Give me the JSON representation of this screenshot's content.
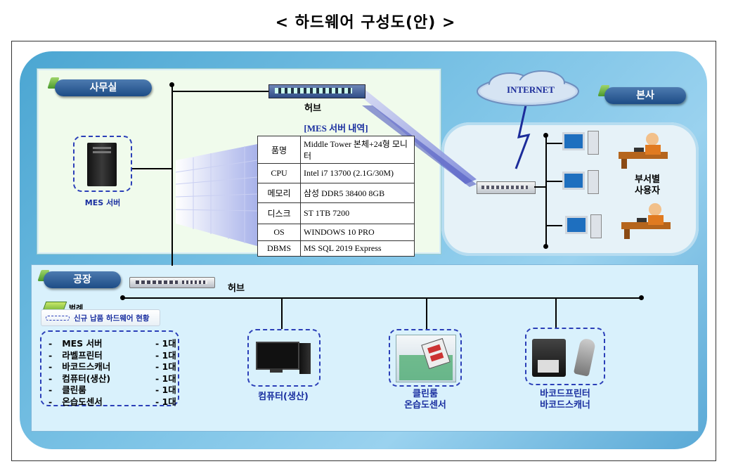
{
  "title": "< 하드웨어 구성도(안) >",
  "zones": {
    "office": "사무실",
    "factory": "공장",
    "hq": "본사",
    "internet": "INTERNET"
  },
  "labels": {
    "office_hub": "허브",
    "factory_hub": "허브",
    "mes_server": "MES 서버",
    "dept_users": "부서별\n사용자",
    "pc_production": "컴퓨터(생산)",
    "cleanroom": "클린룸\n온습도센서",
    "barcode": "바코드프린터\n바코드스캐너"
  },
  "spec": {
    "title": "[MES 서버 내역]",
    "rows": [
      {
        "key": "품명",
        "value": "Middle Tower 본체+24형 모니터"
      },
      {
        "key": "CPU",
        "value": "Intel i7 13700 (2.1G/30M)"
      },
      {
        "key": "메모리",
        "value": "삼성 DDR5 38400 8GB"
      },
      {
        "key": "디스크",
        "value": "ST 1TB 7200"
      },
      {
        "key": "OS",
        "value": "WINDOWS 10 PRO"
      },
      {
        "key": "DBMS",
        "value": "MS SQL 2019 Express"
      }
    ]
  },
  "legend": {
    "title": "범례",
    "desc": "신규 납품 하드웨어 현황"
  },
  "items": [
    {
      "bullet": "-",
      "name": "MES 서버",
      "qty": "- 1대"
    },
    {
      "bullet": "-",
      "name": "라벨프린터",
      "qty": "- 1대"
    },
    {
      "bullet": "-",
      "name": "바코드스캐너",
      "qty": "- 1대"
    },
    {
      "bullet": "-",
      "name": "컴퓨터(생산)",
      "qty": "- 1대"
    },
    {
      "bullet": "-",
      "name": "클린룸",
      "qty": "- 1대"
    },
    {
      "bullet": "-",
      "name": "온습도센서",
      "qty": "- 1대"
    }
  ],
  "colors": {
    "accent": "#1a2fa0",
    "pill": "#2b5b96",
    "dashed": "#2b3fb8"
  }
}
